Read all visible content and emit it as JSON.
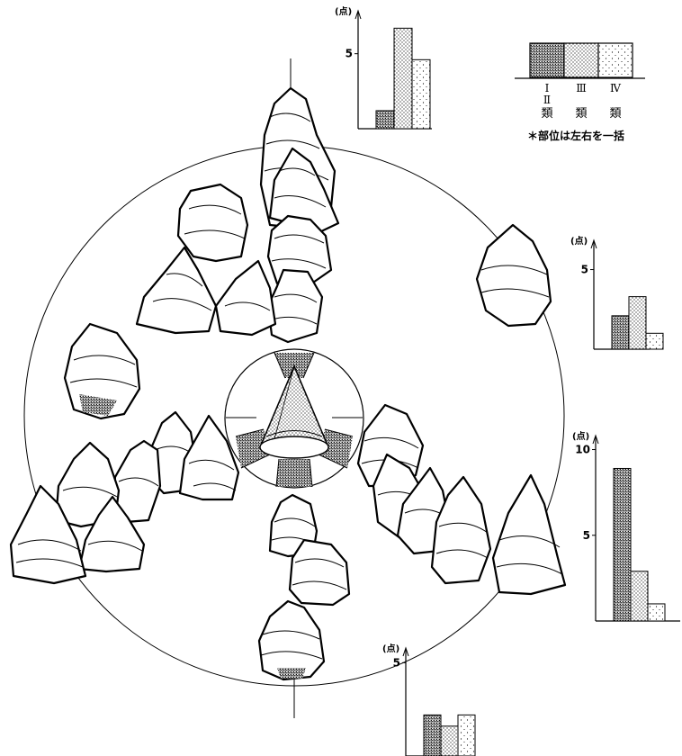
{
  "legend": {
    "class_labels": [
      "Ⅰ\nⅡ\n類",
      "Ⅲ\n類",
      "Ⅳ\n類"
    ],
    "class_1_2_roman": [
      "Ⅰ",
      "Ⅱ"
    ],
    "class_3_roman": "Ⅲ",
    "class_4_roman": "Ⅳ",
    "rui": "類",
    "note": "＊部位は左右を一括",
    "patterns": [
      "dense-stipple",
      "medium-stipple",
      "sparse-stipple"
    ]
  },
  "unit_label": "(点)",
  "chart_data": [
    {
      "type": "bar",
      "position_word": "top",
      "categories": [
        "Ⅰ・Ⅱ類",
        "Ⅲ類",
        "Ⅳ類"
      ],
      "values": [
        1.2,
        6.7,
        4.6
      ],
      "ylim": [
        0,
        7.5
      ],
      "ytick_labels": [
        "5"
      ],
      "yticks": [
        5
      ],
      "ylabel": "(点)"
    },
    {
      "type": "bar",
      "position_word": "right-upper",
      "categories": [
        "Ⅰ・Ⅱ類",
        "Ⅲ類",
        "Ⅳ類"
      ],
      "values": [
        2.1,
        3.3,
        1.0
      ],
      "ylim": [
        0,
        6.5
      ],
      "ytick_labels": [
        "5"
      ],
      "yticks": [
        5
      ],
      "ylabel": "(点)"
    },
    {
      "type": "bar",
      "position_word": "right-lower",
      "categories": [
        "Ⅰ・Ⅱ類",
        "Ⅲ類",
        "Ⅳ類"
      ],
      "values": [
        8.9,
        2.9,
        1.0
      ],
      "ylim": [
        0,
        10.5
      ],
      "ytick_labels": [
        "10",
        "5"
      ],
      "yticks": [
        10,
        5
      ],
      "ylabel": "(点)"
    },
    {
      "type": "bar",
      "position_word": "bottom",
      "categories": [
        "Ⅰ・Ⅱ類",
        "Ⅲ類",
        "Ⅳ類"
      ],
      "values": [
        2.2,
        1.6,
        2.2
      ],
      "ylim": [
        0,
        5.5
      ],
      "ytick_labels": [
        "5"
      ],
      "yticks": [
        5
      ],
      "ylabel": "(点)"
    }
  ]
}
